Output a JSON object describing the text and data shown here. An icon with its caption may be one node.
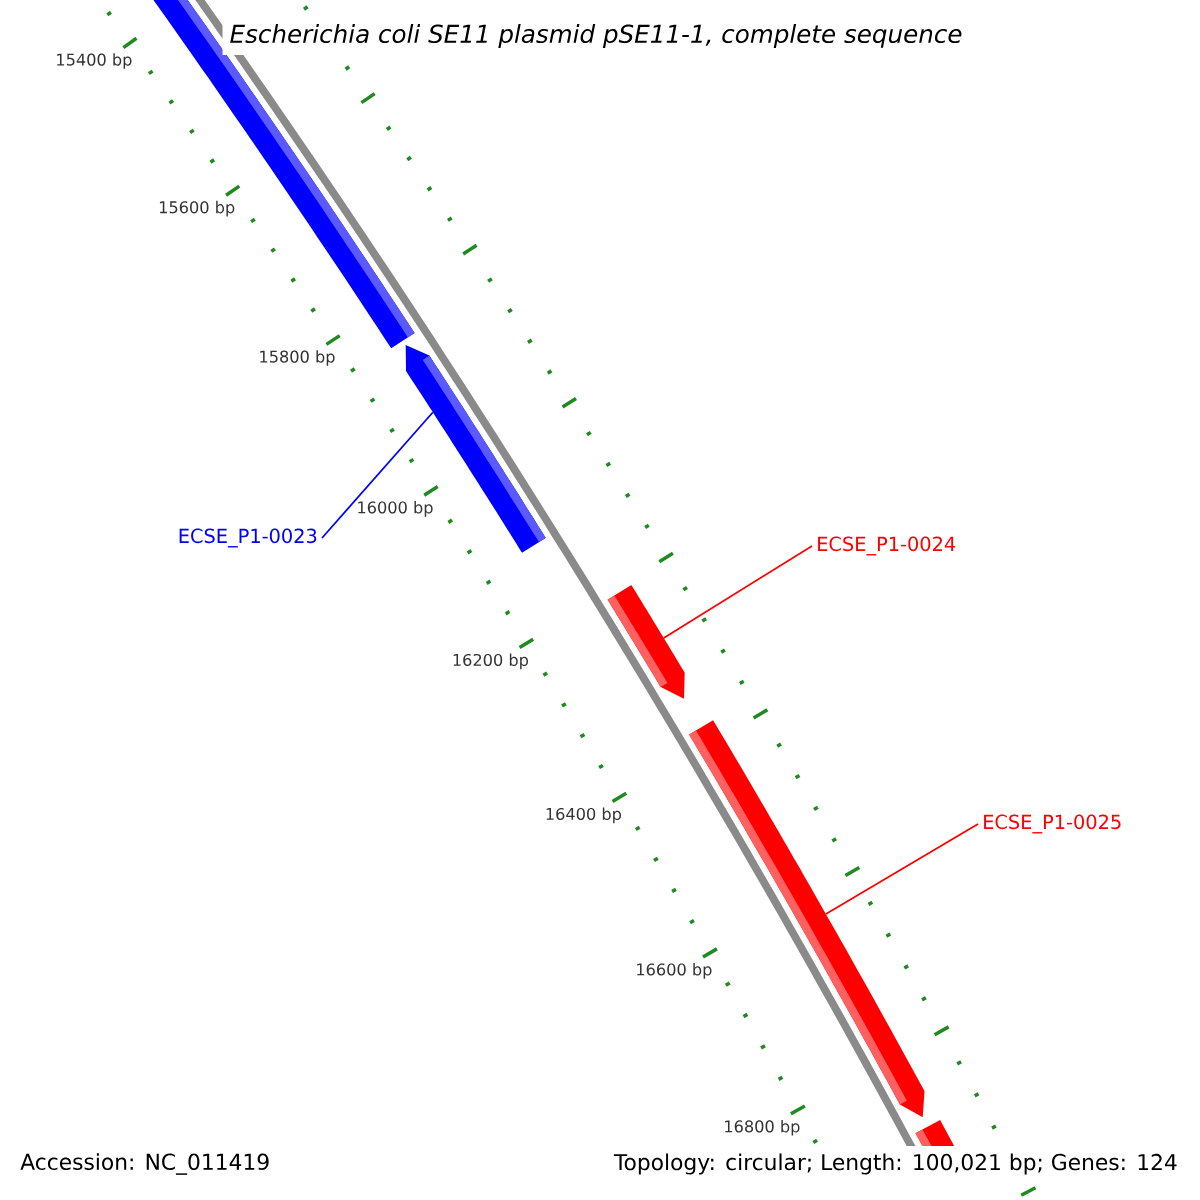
{
  "diagram": {
    "title": "Escherichia coli SE11 plasmid pSE11-1, complete sequence",
    "nodes": [
      {
        "text": [],
        "shape": "bar"
      },
      {
        "text": [],
        "shape": "bar"
      },
      {
        "text": [
          "ECSE_P1-0023"
        ]
      },
      {
        "text": [
          "ECSE_P1-0024"
        ]
      },
      {
        "text": [],
        "shape": "bar"
      },
      {
        "text": [
          "ECSE_P1-0025"
        ]
      },
      {
        "text": [],
        "shape": "bar"
      },
      {
        "text": [],
        "shape": "bar"
      }
    ],
    "edges": [
      {
        "from": 2,
        "to": 1,
        "arrow": "none",
        "color": "#0000ff"
      },
      {
        "from": 3,
        "to": 4,
        "arrow": "none"
      },
      {
        "from": 5,
        "to": 6,
        "arrow": "none"
      }
    ],
    "labels": [
      "15400 bp",
      "15600 bp",
      "15800 bp",
      "16000 bp",
      "16200 bp",
      "16400 bp",
      "16600 bp",
      "16800 bp",
      "Accession: NC_011419",
      "Topology: circular; Length: 100,021 bp; Genes: 124"
    ]
  }
}
